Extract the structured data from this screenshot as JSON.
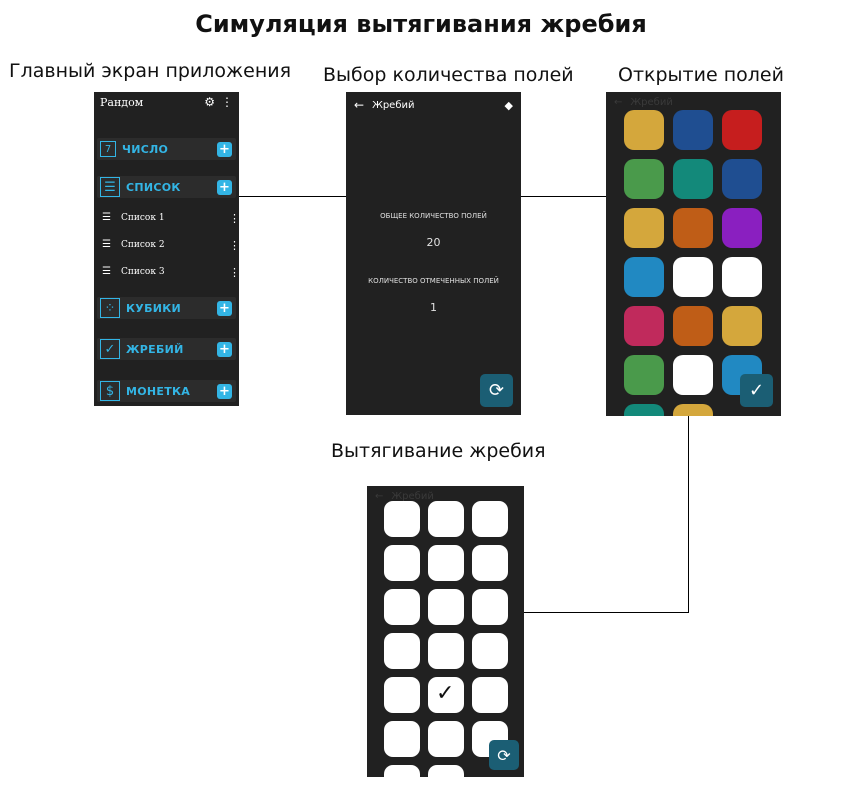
{
  "title": "Симуляция вытягивания жребия",
  "captions": {
    "main": "Главный экран приложения",
    "select": "Выбор количества полей",
    "open": "Открытие полей",
    "draw": "Вытягивание жребия"
  },
  "main_screen": {
    "app_title": "Рандом",
    "settings_icon": "⚙",
    "menu_icon": "⋮",
    "categories": [
      {
        "label": "ЧИСЛО",
        "icon": "7",
        "icon_name": "number-icon"
      },
      {
        "label": "СПИСОК",
        "icon": "☰",
        "icon_name": "list-icon"
      },
      {
        "label": "КУБИКИ",
        "icon": "⁘",
        "icon_name": "dice-icon"
      },
      {
        "label": "ЖРЕБИЙ",
        "icon": "✓",
        "icon_name": "check-icon"
      },
      {
        "label": "МОНЕТКА",
        "icon": "$",
        "icon_name": "coin-icon"
      }
    ],
    "plus": "+",
    "lists": [
      "Список 1",
      "Список 2",
      "Список 3"
    ],
    "list_icon": "☰",
    "item_menu_icon": "⋮",
    "accent_color": "#33b5e5"
  },
  "select_screen": {
    "back_icon": "←",
    "title": "Жребий",
    "action_icon": "◆",
    "total_label": "ОБЩЕЕ КОЛИЧЕСТВО ПОЛЕЙ",
    "total_value": "20",
    "marked_label": "КОЛИЧЕСТВО ОТМЕЧЕННЫХ ПОЛЕЙ",
    "marked_value": "1",
    "fab_icon": "⟳"
  },
  "open_screen": {
    "ghost_back_icon": "←",
    "ghost_title": "Жребий",
    "tile_colors": [
      "#d4a73c",
      "#1f4e91",
      "#c61e1e",
      "#4a9a4b",
      "#13897a",
      "#1f4e91",
      "#d4a73c",
      "#bf5d17",
      "#8a1fc0",
      "#2189c2",
      "#ffffff",
      "#ffffff",
      "#c02a5c",
      "#bf5d17",
      "#d4a73c",
      "#4a9a4b",
      "#ffffff",
      "#2189c2",
      "#13897a",
      "#d4a73c"
    ],
    "fab_icon": "✓"
  },
  "draw_screen": {
    "ghost_back_icon": "←",
    "ghost_title": "Жребий",
    "tile_count": 20,
    "checked_index": 13,
    "check_icon": "✓",
    "fab_icon": "⟳"
  }
}
